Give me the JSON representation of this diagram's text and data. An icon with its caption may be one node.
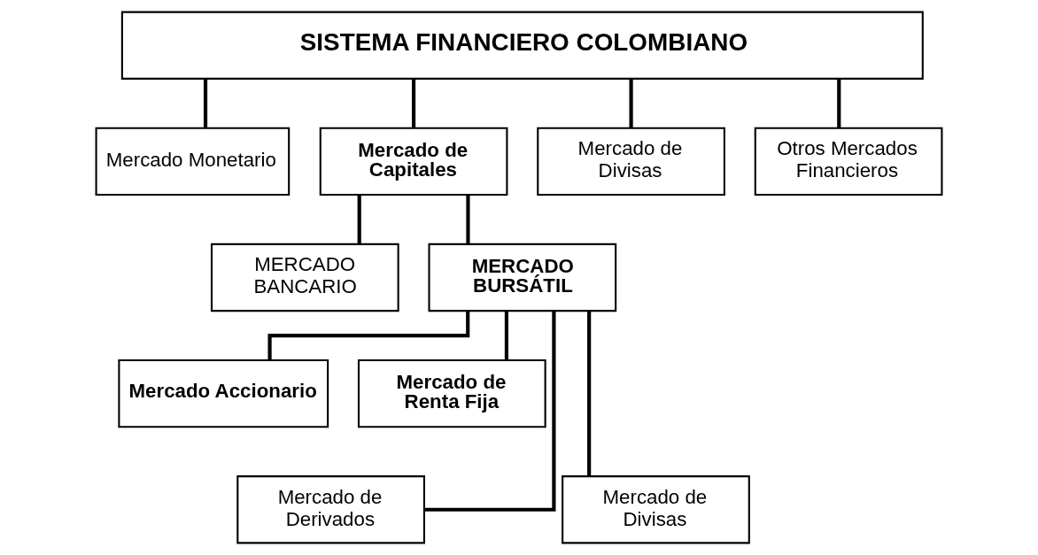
{
  "diagram": {
    "nodes": [
      {
        "text": [
          "SISTEMA FINANCIERO COLOMBIANO"
        ]
      },
      {
        "text": [
          "Mercado Monetario"
        ]
      },
      {
        "text": [
          "Mercado de Capitales"
        ]
      },
      {
        "text": [
          "Mercado de Divisas"
        ]
      },
      {
        "text": [
          "Otros Mercados Financieros"
        ]
      },
      {
        "text": [
          "MERCADO BANCARIO"
        ]
      },
      {
        "text": [
          "MERCADO BURSÁTIL"
        ]
      },
      {
        "text": [
          "Mercado Accionario"
        ]
      },
      {
        "text": [
          "Mercado de Renta Fija"
        ]
      },
      {
        "text": [
          "Mercado de Derivados"
        ]
      },
      {
        "text": [
          "Mercado de Divisas"
        ]
      }
    ],
    "edges": [
      {
        "from": 0,
        "to": 1,
        "arrow": "none"
      },
      {
        "from": 0,
        "to": 2,
        "arrow": "none"
      },
      {
        "from": 0,
        "to": 3,
        "arrow": "none"
      },
      {
        "from": 0,
        "to": 4,
        "arrow": "none"
      },
      {
        "from": 2,
        "to": 5,
        "arrow": "none"
      },
      {
        "from": 2,
        "to": 6,
        "arrow": "none"
      },
      {
        "from": 6,
        "to": 7,
        "arrow": "none"
      },
      {
        "from": 6,
        "to": 8,
        "arrow": "none"
      },
      {
        "from": 6,
        "to": 9,
        "arrow": "none"
      },
      {
        "from": 6,
        "to": 10,
        "arrow": "none"
      }
    ]
  }
}
